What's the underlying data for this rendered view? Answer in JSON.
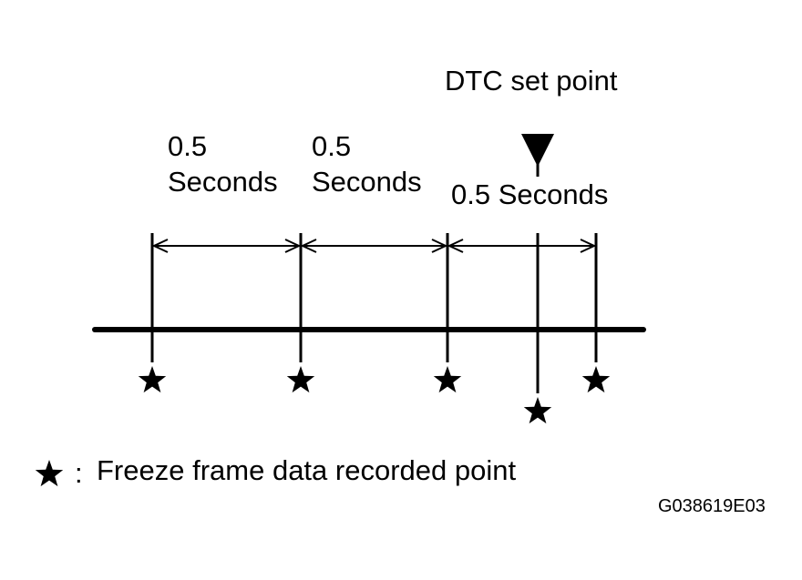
{
  "diagram": {
    "dtc_label": "DTC set point",
    "interval_1": {
      "line1": "0.5",
      "line2": "Seconds"
    },
    "interval_2": {
      "line1": "0.5",
      "line2": "Seconds"
    },
    "interval_3": "0.5 Seconds",
    "legend": {
      "symbol_icon": "star-icon",
      "separator": ":",
      "text": "Freeze frame data recorded point"
    },
    "figure_code": "G038619E03"
  }
}
